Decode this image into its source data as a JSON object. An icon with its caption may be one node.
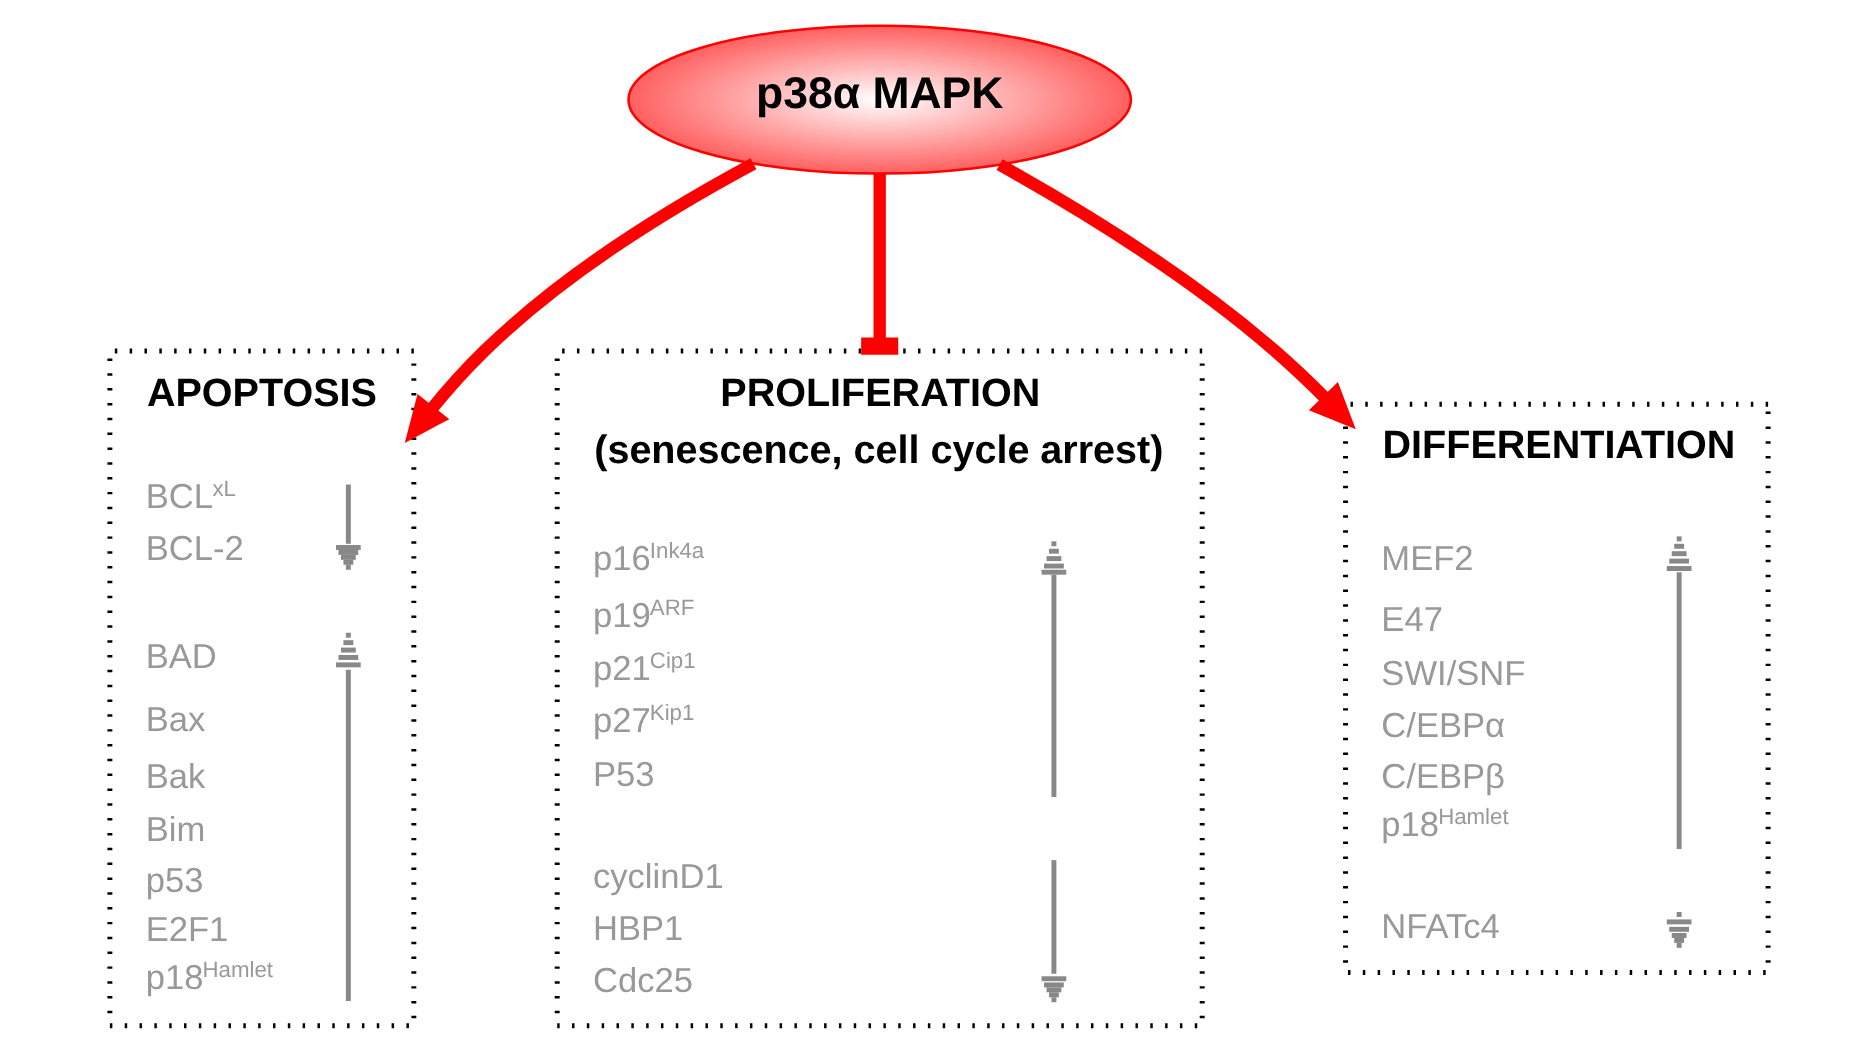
{
  "diagram": {
    "nodes": [
      {
        "text": [
          "p38α MAPK"
        ]
      },
      {
        "text": [
          "APOPTOSIS",
          "BCL$^{xL}$",
          "BCL-2",
          "BAD",
          "Bax",
          "Bak",
          "Bim",
          "p53",
          "E2F1",
          "p18$^{Hamlet}$"
        ]
      },
      {
        "text": [
          "PROLIFERATION",
          "(senescence, cell cycle arrest)",
          "p16$^{Ink4a}$",
          "p19$^{ARF}$",
          "p21$^{Cip1}$",
          "p27$^{Kip1}$",
          "P53",
          "cyclinD1",
          "HBP1",
          "Cdc25"
        ]
      },
      {
        "text": [
          "DIFFERENTIATION",
          "MEF2",
          "E47",
          "SWI/SNF",
          "C/EBPα",
          "C/EBPβ",
          "p18$^{Hamlet}$",
          "NFATc4"
        ]
      }
    ],
    "edges": [
      {
        "from": 0,
        "to": 1,
        "arrow": "to",
        "color": "#ff0000"
      },
      {
        "from": 0,
        "to": 2,
        "arrow": "other",
        "color": "#ff0000"
      },
      {
        "from": 0,
        "to": 3,
        "arrow": "to",
        "color": "#ff0000"
      }
    ]
  }
}
